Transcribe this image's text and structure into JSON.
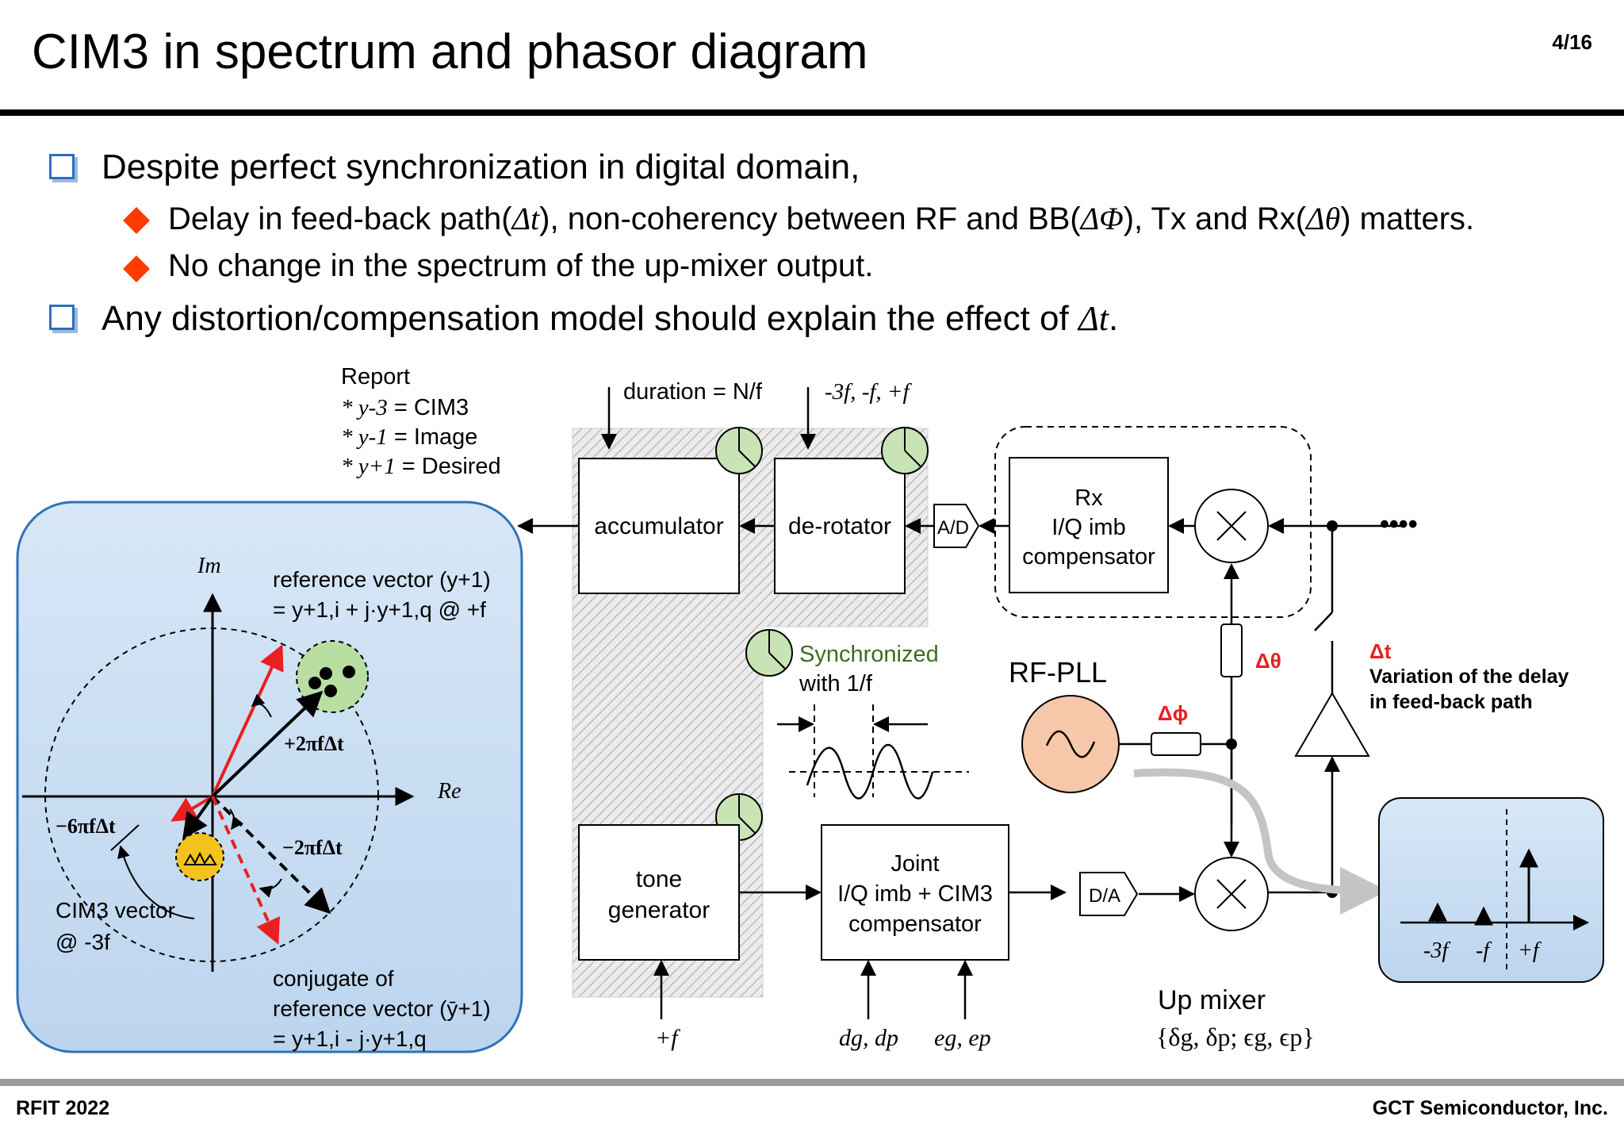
{
  "header": {
    "title": "CIM3 in spectrum and phasor diagram",
    "page": "4/16"
  },
  "bullets": {
    "b1": "Despite perfect synchronization in digital domain,",
    "b1a_pre": "Delay in feed-back path(",
    "b1a_dt": "Δt",
    "b1a_mid1": "), non-coherency between RF and BB(",
    "b1a_dphi": "ΔΦ",
    "b1a_mid2": "), Tx and Rx(",
    "b1a_dth": "Δθ",
    "b1a_post": ") matters.",
    "b1b": "No change in the spectrum of the up-mixer output.",
    "b2_pre": "Any distortion/compensation model should explain the effect of ",
    "b2_dt": "Δt",
    "b2_post": "."
  },
  "report": {
    "title": "Report",
    "l1_sym": "* y-3",
    "l1_val": " = CIM3",
    "l2_sym": "* y-1",
    "l2_val": " = Image",
    "l3_sym": "* y+1",
    "l3_val": " = Desired"
  },
  "phasor": {
    "im": "Im",
    "re": "Re",
    "ref_l1": "reference vector (y+1)",
    "ref_l2": "= y+1,i + j·y+1,q  @ +f",
    "angle_pos": "+2πfΔt",
    "angle_neg": "−2πfΔt",
    "angle_neg6": "−6πfΔt",
    "cim3_l1": "CIM3 vector",
    "cim3_l2": "@ -3f",
    "conj_l1": "conjugate of",
    "conj_l2": "reference vector (ȳ+1)",
    "conj_l3": "= y+1,i - j·y+1,q"
  },
  "blocks": {
    "duration": "duration = N/f",
    "freqs": "-3f, -f, +f",
    "accumulator": "accumulator",
    "derotator": "de-rotator",
    "ad": "A/D",
    "rx_l1": "Rx",
    "rx_l2": "I/Q imb",
    "rx_l3": "compensator",
    "sync_l1": "Synchronized",
    "sync_l2": "with 1/f",
    "rfpll": "RF-PLL",
    "dtheta": "Δθ",
    "dphi": "Δϕ",
    "dt": "Δt",
    "dt_l1": "Variation of the delay",
    "dt_l2": "in feed-back path",
    "tone_l1": "tone",
    "tone_l2": "generator",
    "plusf": "+f",
    "joint_l1": "Joint",
    "joint_l2": "I/Q imb + CIM3",
    "joint_l3": "compensator",
    "da": "D/A",
    "dgdp": "dg, dp",
    "egep": "eg, ep",
    "upmixer": "Up mixer",
    "upmixer_params": "{δg, δp; ϵg, ϵp}",
    "dots": "••••",
    "spec_m3f": "-3f",
    "spec_mf": "-f",
    "spec_pf": "+f"
  },
  "footer": {
    "left": "RFIT 2022",
    "right": "GCT Semiconductor, Inc."
  },
  "colors": {
    "accent_red": "#e8201f",
    "bullet_blue": "#2e6fbc",
    "diamond": "#ff3b00",
    "sync_green": "#3a6e1f"
  }
}
